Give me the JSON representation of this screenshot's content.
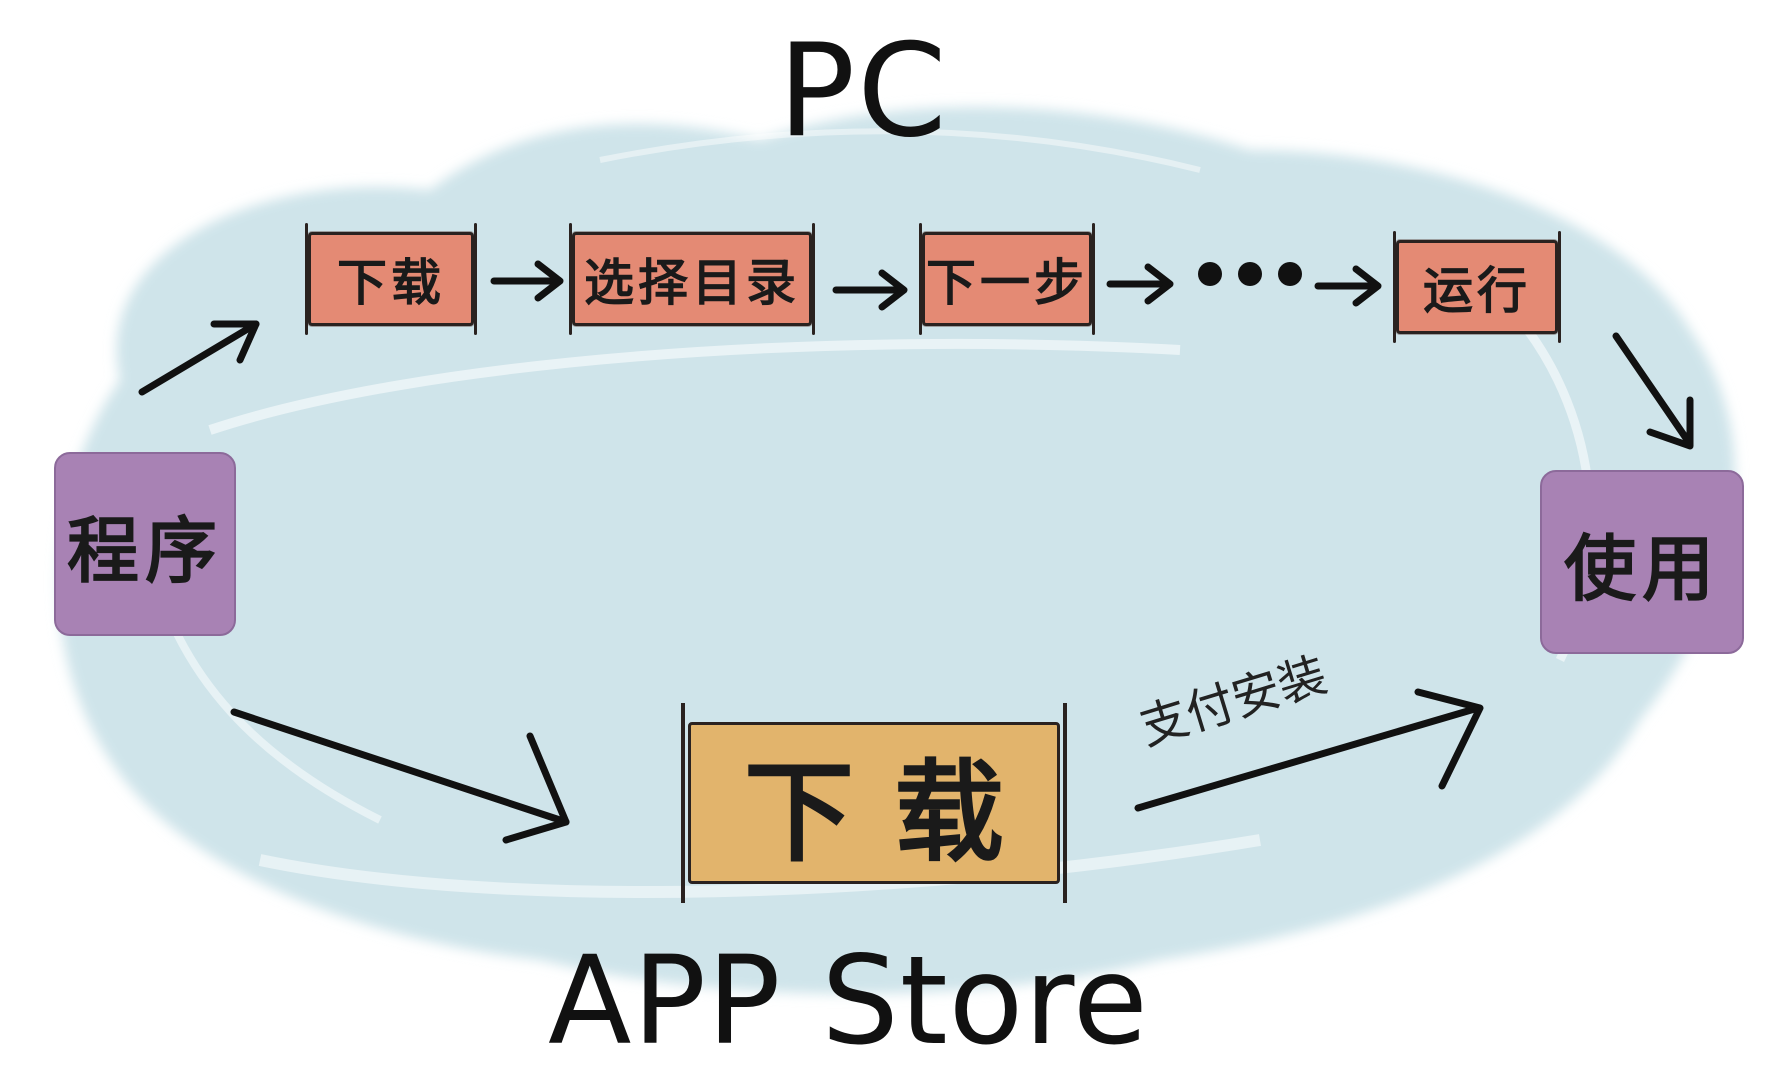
{
  "titles": {
    "top": "PC",
    "bottom": "APP Store"
  },
  "nodes": {
    "source": "程序",
    "target": "使用",
    "pc_steps": [
      "下载",
      "选择目录",
      "下一步",
      "运行"
    ],
    "store_download": "下载"
  },
  "edge_label": "支付安装",
  "colors": {
    "background_blob": "#cfe4ea",
    "pc_step": "#e48a74",
    "endpoint": "#a882b4",
    "store_download": "#e2b46c",
    "ink": "#111111"
  }
}
